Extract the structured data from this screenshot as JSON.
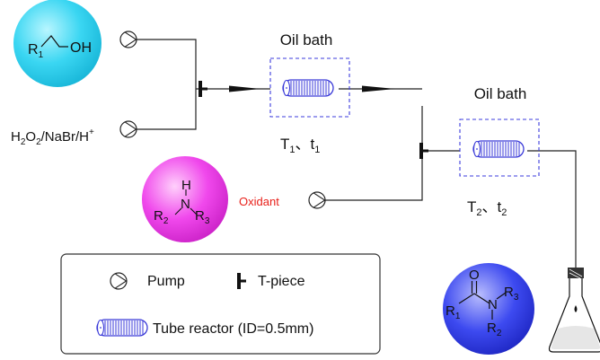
{
  "reagents": {
    "alcohol": {
      "r": "R",
      "r_sub": "1",
      "oh": "OH",
      "color": "#2fd0ee"
    },
    "oxidant_mix": {
      "h2": "H",
      "h2_sub": "2",
      "o2": "O",
      "o2_sub": "2",
      "rest": "/NaBr/H",
      "plus": "+"
    },
    "amine": {
      "h": "H",
      "n": "N",
      "r2": "R",
      "r2_sub": "2",
      "r3": "R",
      "r3_sub": "3",
      "color": "#ee3be8"
    },
    "oxidant_label": "Oxidant",
    "oxidant_color": "#e8201a"
  },
  "stage1": {
    "bath": "Oil bath",
    "temp": "T",
    "temp_sub": "1",
    "sep": "、",
    "time": "t",
    "time_sub": "1"
  },
  "stage2": {
    "bath": "Oil bath",
    "temp": "T",
    "temp_sub": "2",
    "sep": "、",
    "time": "t",
    "time_sub": "2"
  },
  "product": {
    "o": "O",
    "n": "N",
    "r1": "R",
    "r1_sub": "1",
    "r2": "R",
    "r2_sub": "2",
    "r3": "R",
    "r3_sub": "3",
    "color": "#2f3ee6"
  },
  "legend": {
    "pump": "Pump",
    "tpiece": "T-piece",
    "tube": "Tube reactor (ID=0.5mm)"
  },
  "colors": {
    "dash_box": "#3b3bdc",
    "coil": "#3a3ad8"
  }
}
